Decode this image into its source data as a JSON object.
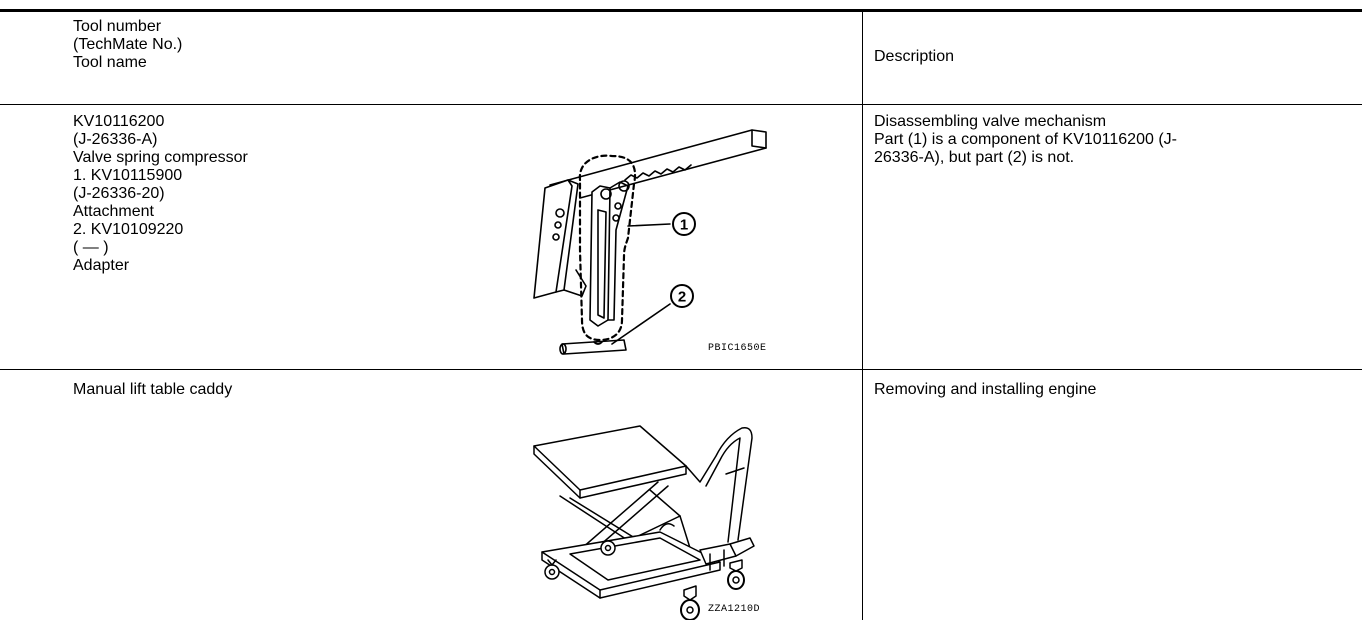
{
  "header": {
    "col1_lines": [
      "Tool number",
      "(TechMate No.)",
      "Tool name"
    ],
    "col2": "Description"
  },
  "rows": [
    {
      "lines": [
        "KV10116200",
        "(J-26336-A)",
        "Valve spring compressor",
        "1. KV10115900",
        "(J-26336-20)",
        "Attachment",
        "2. KV10109220",
        "( — )",
        "Adapter"
      ],
      "description_lines": [
        "Disassembling valve mechanism",
        "Part (1) is a component of KV10116200 (J-",
        "26336-A), but part (2) is not."
      ],
      "figure_code": "PBIC1650E",
      "callouts": [
        "1",
        "2"
      ]
    },
    {
      "lines": [
        "Manual lift table caddy"
      ],
      "description_lines": [
        "Removing and installing engine"
      ],
      "figure_code": "ZZA1210D"
    }
  ]
}
